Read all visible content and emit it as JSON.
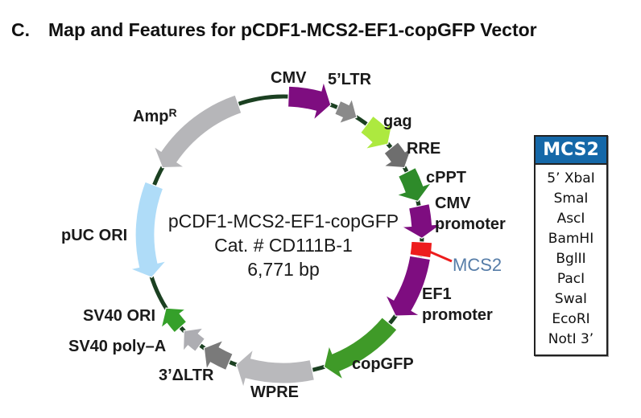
{
  "title": {
    "index": "C.",
    "text": "Map and Features for pCDF1-MCS2-EF1-copGFP Vector"
  },
  "plasmid_center": {
    "name": "pCDF1-MCS2-EF1-copGFP",
    "catalog": "Cat. # CD111B-1",
    "size": "6,771 bp"
  },
  "labels": {
    "cmv": "CMV",
    "ltr5": "5’LTR",
    "gag": "gag",
    "rre": "RRE",
    "cppt": "cPPT",
    "cmv_promoter_l1": "CMV",
    "cmv_promoter_l2": "promoter",
    "mcs2_callout": "MCS2",
    "ef1_l1": "EF1",
    "ef1_l2": "promoter",
    "copgfp": "copGFP",
    "wpre": "WPRE",
    "dltr3": "3’ΔLTR",
    "sv40_polya": "SV40 poly–A",
    "sv40_ori": "SV40 ORI",
    "puc_ori": "pUC ORI",
    "amp_base": "Amp",
    "amp_sup": "R"
  },
  "features": [
    {
      "id": "cmv",
      "name": "CMV",
      "color": "#7E0D80",
      "start": 2,
      "end": 20,
      "width": 26,
      "dir": 1
    },
    {
      "id": "ltr5",
      "name": "5'LTR",
      "color": "#8A8A8A",
      "start": 23,
      "end": 32,
      "width": 18,
      "dir": 1
    },
    {
      "id": "gag",
      "name": "gag",
      "color": "#ADE93F",
      "start": 37,
      "end": 49,
      "width": 26,
      "dir": 1
    },
    {
      "id": "rre",
      "name": "RRE",
      "color": "#6E6E6E",
      "start": 51,
      "end": 61,
      "width": 22,
      "dir": 1
    },
    {
      "id": "cppt",
      "name": "cPPT",
      "color": "#2E8B2A",
      "start": 63,
      "end": 76,
      "width": 24,
      "dir": 1
    },
    {
      "id": "cmv-promoter",
      "name": "CMV promoter",
      "color": "#7E0D80",
      "start": 78,
      "end": 91.5,
      "width": 26,
      "dir": 1
    },
    {
      "id": "mcs2-marker",
      "name": "MCS2",
      "color": "#ED1C1C",
      "start": 93,
      "end": 99,
      "width": 26,
      "dir": 1,
      "head": 0
    },
    {
      "id": "ef1-promoter",
      "name": "EF1 promoter",
      "color": "#7E0D80",
      "start": 99.5,
      "end": 126,
      "width": 26,
      "dir": 1
    },
    {
      "id": "copgfp",
      "name": "copGFP",
      "color": "#3F9A28",
      "start": 130,
      "end": 163,
      "width": 24,
      "dir": 1
    },
    {
      "id": "wpre",
      "name": "WPRE",
      "color": "#B9B9BC",
      "start": 168,
      "end": 200,
      "width": 26,
      "dir": 1
    },
    {
      "id": "dltr3",
      "name": "3'dLTR",
      "color": "#7A7A7A",
      "start": 203,
      "end": 215,
      "width": 22,
      "dir": 1
    },
    {
      "id": "sv40-polya",
      "name": "SV40 poly-A",
      "color": "#ADADB2",
      "start": 217,
      "end": 226,
      "width": 20,
      "dir": 1
    },
    {
      "id": "sv40-ori",
      "name": "SV40 ORI",
      "color": "#35A02A",
      "start": 228,
      "end": 238,
      "width": 20,
      "dir": 1
    },
    {
      "id": "puc-ori",
      "name": "pUC ORI",
      "color": "#AFDCF8",
      "start": 291,
      "end": 252,
      "width": 24,
      "dir": -1
    },
    {
      "id": "ampr",
      "name": "AmpR",
      "color": "#B6B6B9",
      "start": 341,
      "end": 299,
      "width": 24,
      "dir": -1
    }
  ],
  "mcs_box": {
    "header": "MCS2",
    "sites": [
      "5’ XbaI",
      "SmaI",
      "AscI",
      "BamHI",
      "BglII",
      "PacI",
      "SwaI",
      "EcoRI",
      "NotI 3’"
    ]
  },
  "colors": {
    "ring": "#1B4021",
    "mcs_marker": "#ED1C1C",
    "mcs_callout_text": "#567DA8",
    "mcs_header_bg": "#1568A8",
    "mcs_header_text": "#FFFFFF",
    "purple": "#7E0D80"
  }
}
